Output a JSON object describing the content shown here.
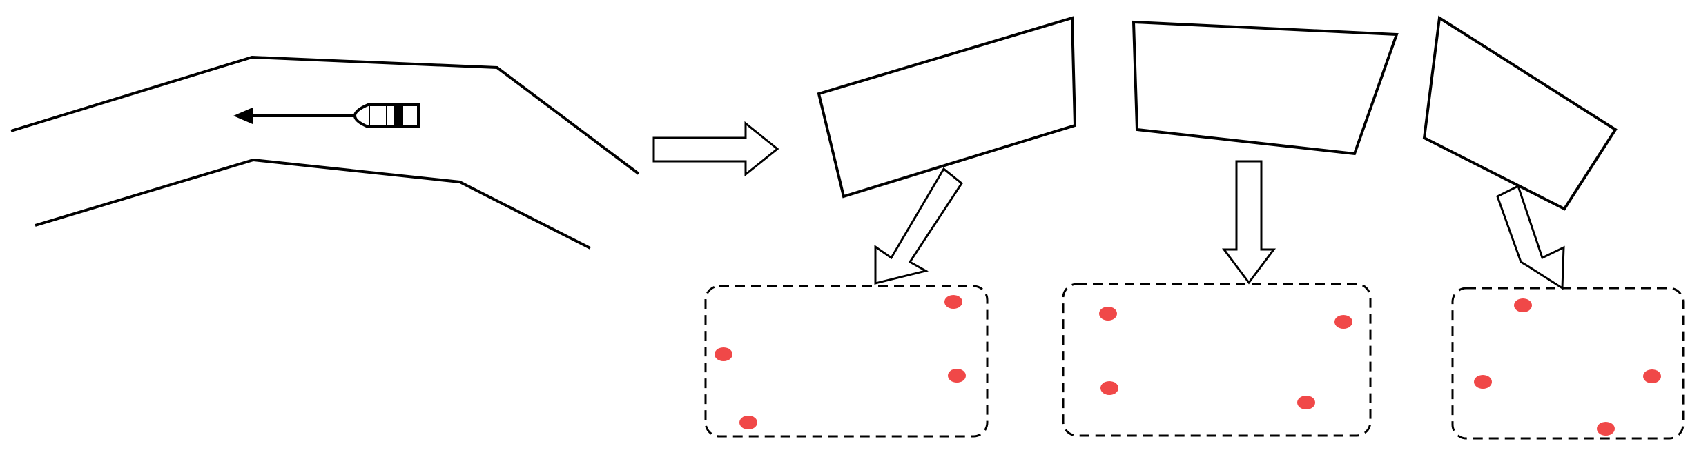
{
  "diagram": {
    "background": "#ffffff",
    "line_color": "#000000",
    "point_color": "#f04848",
    "elements": [
      {
        "name": "road-upper-edge",
        "kind": "polyline"
      },
      {
        "name": "road-lower-edge",
        "kind": "polyline"
      },
      {
        "name": "vehicle",
        "kind": "vehicle-icon",
        "heading": "left"
      },
      {
        "name": "motion-arrow",
        "kind": "arrow",
        "heading": "left"
      },
      {
        "name": "transition-arrow",
        "kind": "hollow-arrow"
      },
      {
        "name": "segment-1",
        "kind": "quadrilateral"
      },
      {
        "name": "segment-2",
        "kind": "quadrilateral"
      },
      {
        "name": "segment-3",
        "kind": "quadrilateral"
      },
      {
        "name": "projection-arrow-1",
        "kind": "hollow-arrow"
      },
      {
        "name": "projection-arrow-2",
        "kind": "hollow-arrow"
      },
      {
        "name": "projection-arrow-3",
        "kind": "hollow-arrow"
      },
      {
        "name": "keypoint-box-1",
        "kind": "dashed-box",
        "point_count": 4
      },
      {
        "name": "keypoint-box-2",
        "kind": "dashed-box",
        "point_count": 4
      },
      {
        "name": "keypoint-box-3",
        "kind": "dashed-box",
        "point_count": 4
      }
    ]
  }
}
